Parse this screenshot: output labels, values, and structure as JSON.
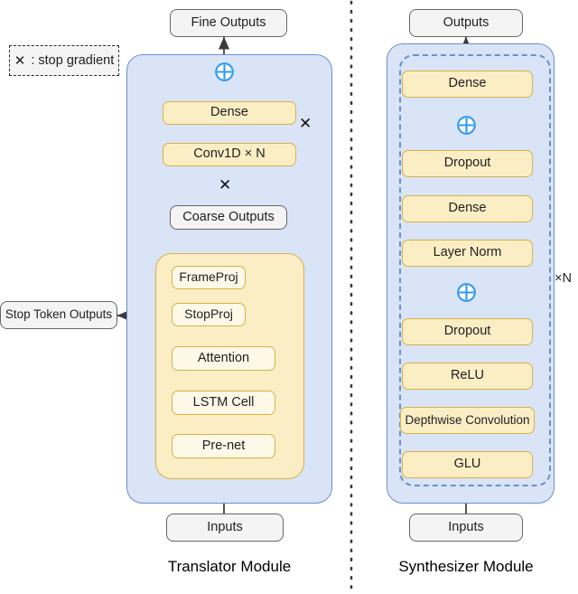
{
  "figure": {
    "type": "block-diagram",
    "title": "",
    "legend": {
      "symbol": "✕",
      "text": ": stop gradient"
    },
    "separator": "vertical-dashed-divider"
  },
  "left_module": {
    "caption": "Translator Module",
    "external": {
      "output_top": "Fine Outputs",
      "input_bottom": "Inputs",
      "side_output": "Stop Token Outputs"
    },
    "intermediate": "Coarse Outputs",
    "postnet_blocks": [
      {
        "label": "Dense"
      },
      {
        "label": "Conv1D × N"
      }
    ],
    "decoder_group_blocks": [
      {
        "label": "FrameProj"
      },
      {
        "label": "StopProj"
      },
      {
        "label": "Attention"
      },
      {
        "label": "LSTM Cell"
      },
      {
        "label": "Pre-net"
      }
    ],
    "adders": [
      {
        "name": "residual-add-top",
        "symbol": "⊕"
      }
    ],
    "stop_gradient_marks": 2
  },
  "right_module": {
    "caption": "Synthesizer Module",
    "external": {
      "output_top": "Outputs",
      "input_bottom": "Inputs"
    },
    "repeat_label": "×N",
    "blocks": [
      {
        "label": "Dense"
      },
      {
        "label": "Dropout"
      },
      {
        "label": "Dense"
      },
      {
        "label": "Layer Norm"
      },
      {
        "label": "Dropout"
      },
      {
        "label": "ReLU"
      },
      {
        "label": "Depthwise Convolution"
      },
      {
        "label": "GLU"
      }
    ],
    "adders": [
      {
        "name": "residual-add-upper",
        "symbol": "⊕"
      },
      {
        "name": "residual-add-lower",
        "symbol": "⊕"
      }
    ]
  },
  "colors": {
    "block_fill": "#fbeec5",
    "block_stroke": "#d9b144",
    "container_fill": "#d9e4f7",
    "container_stroke": "#6a8fd0",
    "io_fill": "#f4f4f4",
    "io_stroke": "#666666",
    "adder_stroke": "#2f9bf0",
    "wire": "#4d4d4d"
  }
}
